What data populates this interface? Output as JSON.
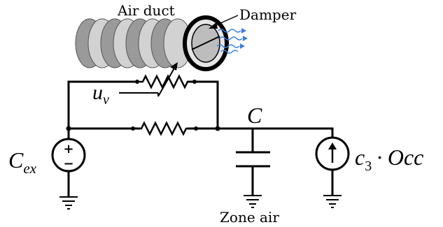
{
  "labels": {
    "air_duct": "Air duct",
    "damper": "Damper",
    "valve_input": "u",
    "valve_input_sub": "v",
    "node": "C",
    "exterior_source": "C",
    "exterior_source_sub": "ex",
    "occupancy_coef": "c",
    "occupancy_coef_sub": "3",
    "occupancy_dot": "·",
    "occupancy": "Occ",
    "zone_air": "Zone air",
    "plus": "+",
    "minus": "−"
  },
  "colors": {
    "wire": "#000000",
    "duct_light": "#d2d2d2",
    "duct_dark": "#9a9a9a",
    "airflow": "#3b7fe0"
  }
}
